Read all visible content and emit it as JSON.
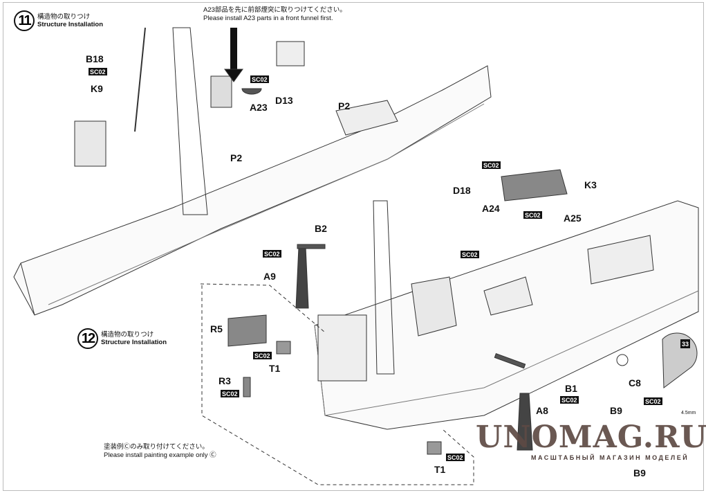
{
  "step11": {
    "number": "11",
    "title_jp": "構造物の取りつけ",
    "title_en": "Structure Installation"
  },
  "step12": {
    "number": "12",
    "title_jp": "構造物の取りつけ",
    "title_en": "Structure Installation"
  },
  "notes": {
    "a23_jp": "A23部品を先に前部煙突に取りつけてください。",
    "a23_en": "Please install A23 parts in a front funnel first.",
    "paint_jp": "塗装例Ⓒのみ取り付けてください。",
    "paint_en": "Please install painting example only Ⓒ"
  },
  "parts": {
    "b18": "B18",
    "k9": "K9",
    "a23": "A23",
    "d13": "D13",
    "p2a": "P2",
    "p2b": "P2",
    "k3": "K3",
    "d18": "D18",
    "a24": "A24",
    "a25": "A25",
    "b2": "B2",
    "a9": "A9",
    "r5": "R5",
    "t1a": "T1",
    "r3": "R3",
    "c8": "C8",
    "b1": "B1",
    "a8": "A8",
    "b9a": "B9",
    "b9b": "B9",
    "t1b": "T1",
    "ref33": "33",
    "dim": "4.5mm"
  },
  "cement": "SC02",
  "watermark": {
    "text": "UNOMAG.RU",
    "subtitle": "МАСШТАБНЫЙ МАГАЗИН МОДЕЛЕЙ"
  }
}
